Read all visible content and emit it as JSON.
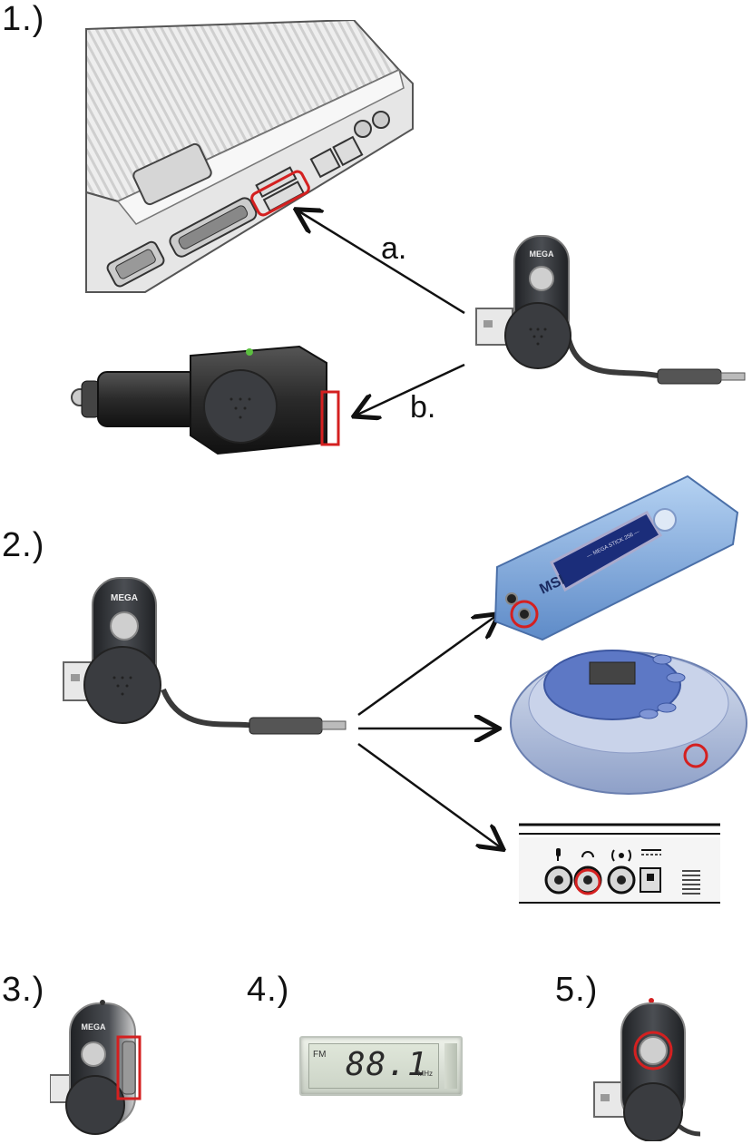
{
  "steps": {
    "s1": "1.)",
    "s2": "2.)",
    "s3": "3.)",
    "s4": "4.)",
    "s5": "5.)"
  },
  "arrows": {
    "a": "a.",
    "b": "b."
  },
  "device": {
    "brand": "MEGA"
  },
  "mp3_player": {
    "brand": "MSI",
    "model": "— MEGA STICK 256 —"
  },
  "lcd": {
    "band": "FM",
    "frequency": "88.1",
    "unit": "MHz"
  },
  "colors": {
    "highlight": "#d42020",
    "device_dark": "#2e3034",
    "player_blue": "#6e9bd3",
    "cd_blue": "#5d78c5"
  },
  "icons": [
    "power-icon",
    "microphone-icon",
    "headphones-icon",
    "line-out-icon",
    "dc-power-icon"
  ]
}
